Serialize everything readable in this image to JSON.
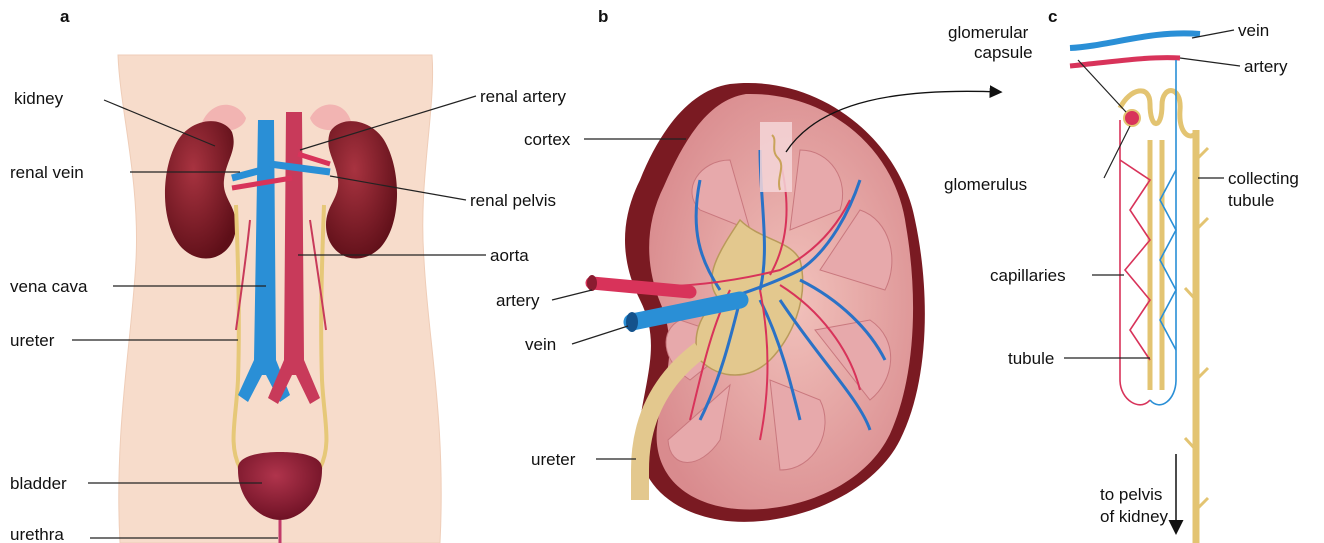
{
  "panels": {
    "a": {
      "letter": "a",
      "labels": {
        "kidney": "kidney",
        "renal_vein": "renal vein",
        "vena_cava": "vena cava",
        "ureter": "ureter",
        "bladder": "bladder",
        "urethra": "urethra",
        "renal_artery": "renal artery",
        "renal_pelvis": "renal pelvis",
        "aorta": "aorta"
      }
    },
    "b": {
      "letter": "b",
      "labels": {
        "cortex": "cortex",
        "artery": "artery",
        "vein": "vein",
        "ureter": "ureter"
      }
    },
    "c": {
      "letter": "c",
      "labels": {
        "glomerular_capsule_line1": "glomerular",
        "glomerular_capsule_line2": "capsule",
        "glomerulus": "glomerulus",
        "capillaries": "capillaries",
        "tubule": "tubule",
        "vein": "vein",
        "artery": "artery",
        "collecting_tubule_line1": "collecting",
        "collecting_tubule_line2": "tubule",
        "to_pelvis_line1": "to pelvis",
        "to_pelvis_line2": "of kidney"
      }
    }
  },
  "colors": {
    "skin": "#f7dccb",
    "kidney": "#7a1a22",
    "kidney_section": "#e8a6a6",
    "vein": "#2a8fd6",
    "artery": "#d8335a",
    "tubule": "#e8cf7a",
    "bladder": "#8a1b30"
  }
}
